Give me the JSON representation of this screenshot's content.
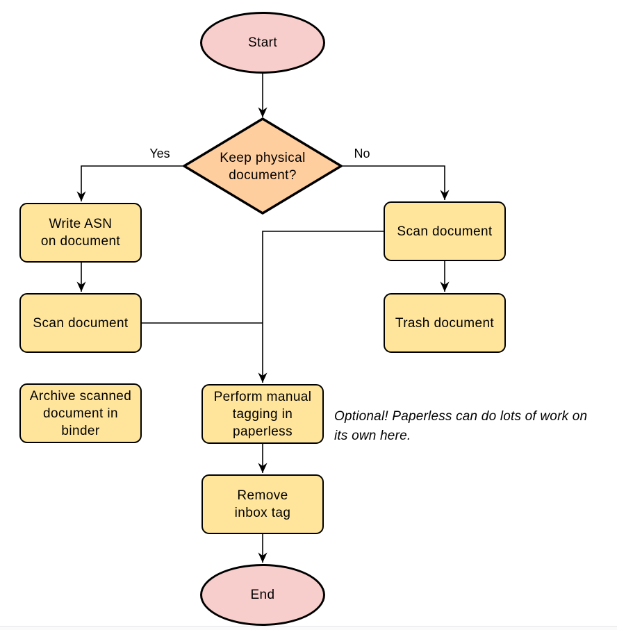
{
  "colors": {
    "background": "#ffffff",
    "terminator-fill": "#f8cecc",
    "decision-fill": "#ffce9f",
    "process-fill": "#ffe59c",
    "node-stroke": "#000000",
    "connector": "#000000",
    "text": "#000000",
    "bottom-divider": "#e5e5e8"
  },
  "nodes": {
    "start": "Start",
    "decision": "Keep physical\ndocument?",
    "write_asn": "Write ASN\non document",
    "scan_left": "Scan document",
    "archive": "Archive scanned\ndocument in\nbinder",
    "scan_right": "Scan document",
    "trash": "Trash document",
    "tagging": "Perform manual\ntagging in\npaperless",
    "remove_inbox": "Remove\ninbox tag",
    "end": "End"
  },
  "edge_labels": {
    "yes": "Yes",
    "no": "No"
  },
  "annotation": "Optional! Paperless can do lots of work on\nits own here."
}
